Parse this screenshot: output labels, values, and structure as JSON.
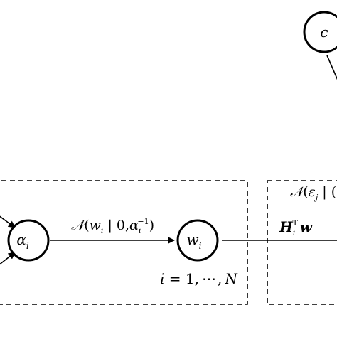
{
  "nodes": {
    "c": {
      "name": "c"
    },
    "alpha": {
      "base": "α",
      "sub": "i"
    },
    "w": {
      "base": "w",
      "sub": "i"
    }
  },
  "edges": {
    "alpha_to_w": {
      "dist": "𝒩",
      "open": "(",
      "var": "w",
      "var_sub": "i",
      "bar": " | 0,",
      "param": "α",
      "param_sub": "i",
      "param_sup": "−1",
      "close": ")"
    }
  },
  "plates": {
    "left": {
      "index_var": "i",
      "index_range": " = 1,",
      "index_dots": "⋯",
      "index_comma": ",",
      "index_upper": "N"
    },
    "right": {
      "dist": "𝒩",
      "open": "(",
      "var": "ε",
      "var_sub": "j",
      "bar": " | (",
      "transform_base": "H",
      "transform_sub": "i",
      "transform_sup": "T",
      "transform_var": "w"
    }
  }
}
